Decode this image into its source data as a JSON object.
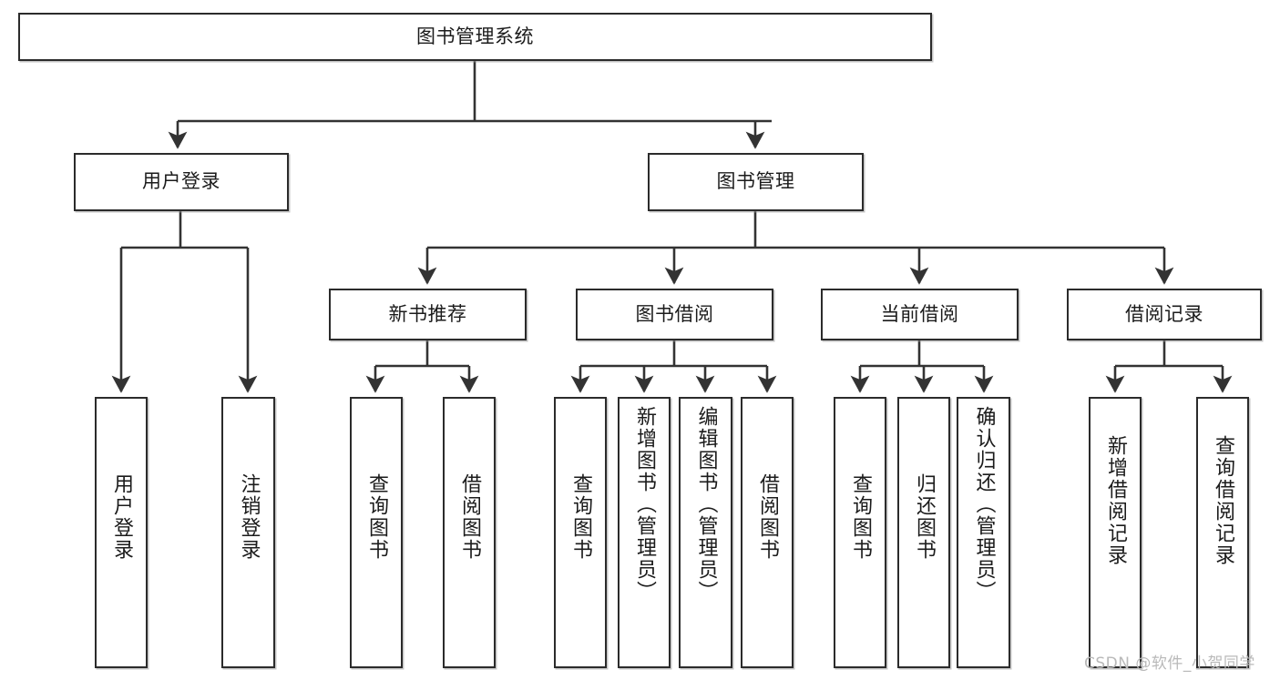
{
  "diagram": {
    "title": "图书管理系统",
    "type": "hierarchy-tree",
    "watermark": "CSDN @软件_小贺同学",
    "colors": {
      "box_border": "#2b2b2b",
      "box_fill": "#ffffff",
      "edge": "#333333",
      "text": "#1b1b1b",
      "watermark": "#b9b9b9"
    },
    "levels": [
      {
        "level": 1,
        "nodes": [
          {
            "id": "root",
            "label": "图书管理系统",
            "orientation": "horizontal"
          }
        ]
      },
      {
        "level": 2,
        "nodes": [
          {
            "id": "user-login",
            "label": "用户登录",
            "orientation": "horizontal",
            "parent": "root"
          },
          {
            "id": "book-manage",
            "label": "图书管理",
            "orientation": "horizontal",
            "parent": "root"
          }
        ]
      },
      {
        "level": 3,
        "nodes": [
          {
            "id": "new-book-rec",
            "label": "新书推荐",
            "orientation": "horizontal",
            "parent": "book-manage"
          },
          {
            "id": "book-borrow",
            "label": "图书借阅",
            "orientation": "horizontal",
            "parent": "book-manage"
          },
          {
            "id": "current-borrow",
            "label": "当前借阅",
            "orientation": "horizontal",
            "parent": "book-manage"
          },
          {
            "id": "borrow-record",
            "label": "借阅记录",
            "orientation": "horizontal",
            "parent": "book-manage"
          }
        ]
      },
      {
        "level": 4,
        "nodes": [
          {
            "id": "leaf-user-login",
            "label": "用户登录",
            "orientation": "vertical",
            "parent": "user-login"
          },
          {
            "id": "leaf-logout",
            "label": "注销登录",
            "orientation": "vertical",
            "parent": "user-login"
          },
          {
            "id": "leaf-query-book-1",
            "label": "查询图书",
            "orientation": "vertical",
            "parent": "new-book-rec"
          },
          {
            "id": "leaf-borrow-book-1",
            "label": "借阅图书",
            "orientation": "vertical",
            "parent": "new-book-rec"
          },
          {
            "id": "leaf-query-book-2",
            "label": "查询图书",
            "orientation": "vertical",
            "parent": "book-borrow"
          },
          {
            "id": "leaf-add-book",
            "label": "新增图书（管理员）",
            "orientation": "vertical",
            "parent": "book-borrow"
          },
          {
            "id": "leaf-edit-book",
            "label": "编辑图书（管理员）",
            "orientation": "vertical",
            "parent": "book-borrow"
          },
          {
            "id": "leaf-borrow-book-2",
            "label": "借阅图书",
            "orientation": "vertical",
            "parent": "book-borrow"
          },
          {
            "id": "leaf-query-book-3",
            "label": "查询图书",
            "orientation": "vertical",
            "parent": "current-borrow"
          },
          {
            "id": "leaf-return-book",
            "label": "归还图书",
            "orientation": "vertical",
            "parent": "current-borrow"
          },
          {
            "id": "leaf-confirm-return",
            "label": "确认归还（管理员）",
            "orientation": "vertical",
            "parent": "current-borrow"
          },
          {
            "id": "leaf-add-record",
            "label": "新增借阅记录",
            "orientation": "vertical",
            "parent": "borrow-record"
          },
          {
            "id": "leaf-query-record",
            "label": "查询借阅记录",
            "orientation": "vertical",
            "parent": "borrow-record"
          }
        ]
      }
    ]
  }
}
